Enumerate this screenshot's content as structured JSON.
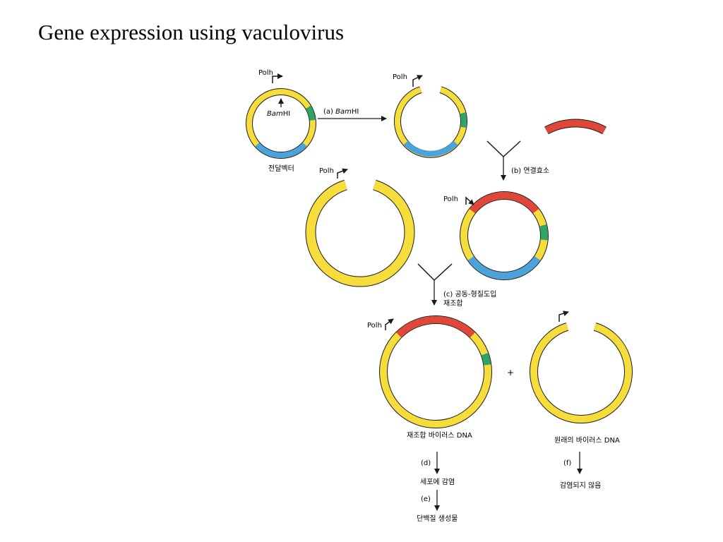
{
  "slide": {
    "title": "Gene expression using vaculovirus"
  },
  "diagram": {
    "colors": {
      "ring": "#f6dd3c",
      "insert": "#e0473a",
      "blue_segment": "#4aa3dc",
      "green_segment": "#2ea36a",
      "outline": "#1a1a1a"
    },
    "labels": {
      "polh": "Polh",
      "bamhi_prefix": "Bam",
      "bamhi_suffix": "HI",
      "transfer_vector": "전달벡터",
      "step_a_prefix": "(a)",
      "step_b": "(b) 연결효소",
      "step_c_line1": "(c) 공동-형질도입",
      "step_c_line2": "재조합",
      "plus": "+",
      "recombinant_dna": "재조합 바이러스  DNA",
      "original_dna": "원래의 바이러스 DNA",
      "step_d": "(d)",
      "infect_cells": "세포에 감염",
      "step_e": "(e)",
      "protein_product": "단백질 생성물",
      "step_f": "(f)",
      "not_infected": "감염되지 않음"
    }
  }
}
